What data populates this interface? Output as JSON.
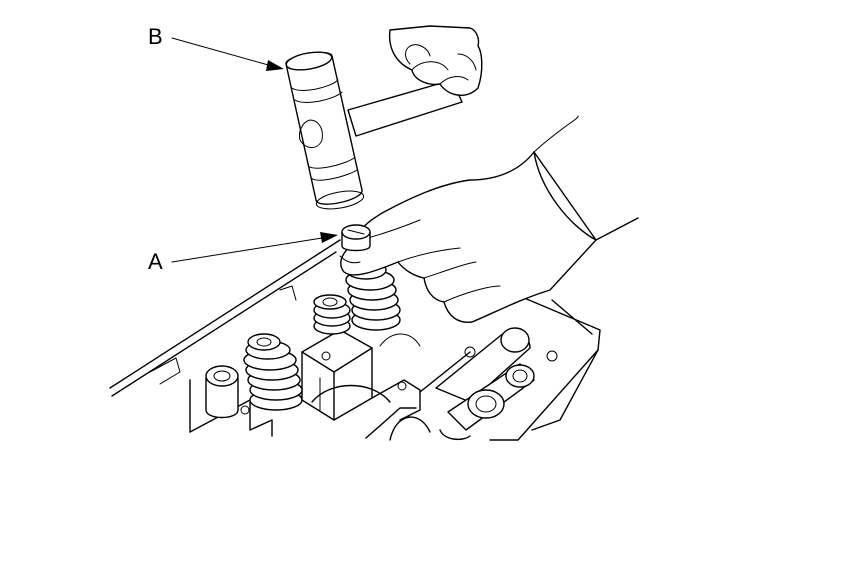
{
  "callouts": {
    "a": {
      "label": "A",
      "target": "valve-stem-tip"
    },
    "b": {
      "label": "B",
      "target": "mallet-head"
    }
  },
  "colors": {
    "line": "#000000",
    "background": "#ffffff"
  }
}
